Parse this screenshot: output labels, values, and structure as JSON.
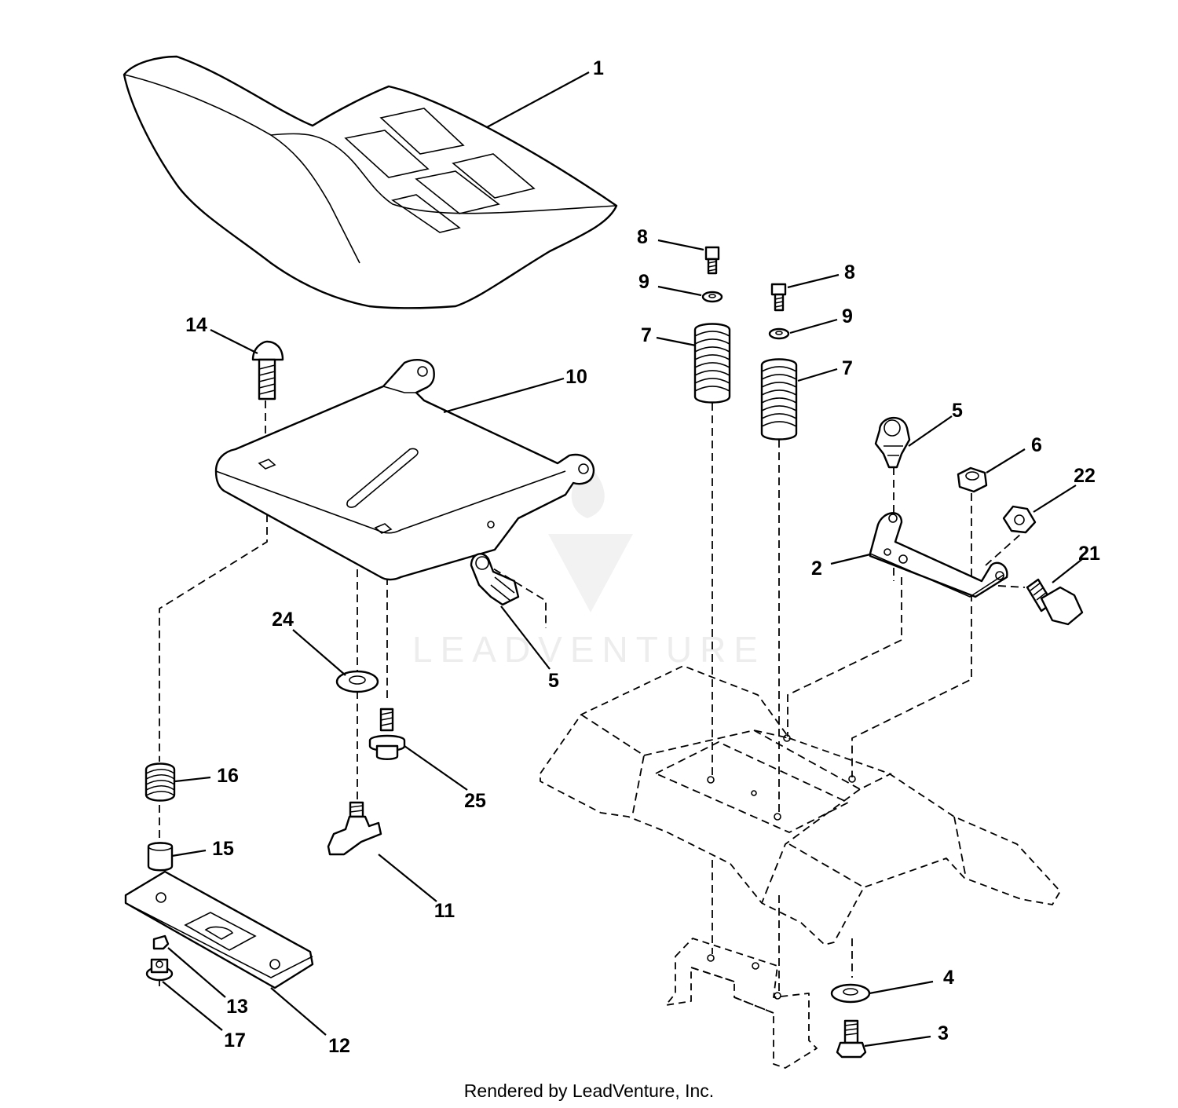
{
  "watermark": {
    "text": "LEADVENTURE"
  },
  "footer": {
    "credit": "Rendered by LeadVenture, Inc."
  },
  "callouts": [
    {
      "id": "c1",
      "label": "1"
    },
    {
      "id": "c2",
      "label": "2"
    },
    {
      "id": "c3",
      "label": "3"
    },
    {
      "id": "c4",
      "label": "4"
    },
    {
      "id": "c5a",
      "label": "5"
    },
    {
      "id": "c5b",
      "label": "5"
    },
    {
      "id": "c6",
      "label": "6"
    },
    {
      "id": "c7a",
      "label": "7"
    },
    {
      "id": "c7b",
      "label": "7"
    },
    {
      "id": "c8a",
      "label": "8"
    },
    {
      "id": "c8b",
      "label": "8"
    },
    {
      "id": "c9a",
      "label": "9"
    },
    {
      "id": "c9b",
      "label": "9"
    },
    {
      "id": "c10",
      "label": "10"
    },
    {
      "id": "c11",
      "label": "11"
    },
    {
      "id": "c12",
      "label": "12"
    },
    {
      "id": "c13",
      "label": "13"
    },
    {
      "id": "c14",
      "label": "14"
    },
    {
      "id": "c15",
      "label": "15"
    },
    {
      "id": "c16",
      "label": "16"
    },
    {
      "id": "c17",
      "label": "17"
    },
    {
      "id": "c21",
      "label": "21"
    },
    {
      "id": "c22",
      "label": "22"
    },
    {
      "id": "c24",
      "label": "24"
    },
    {
      "id": "c25",
      "label": "25"
    }
  ]
}
